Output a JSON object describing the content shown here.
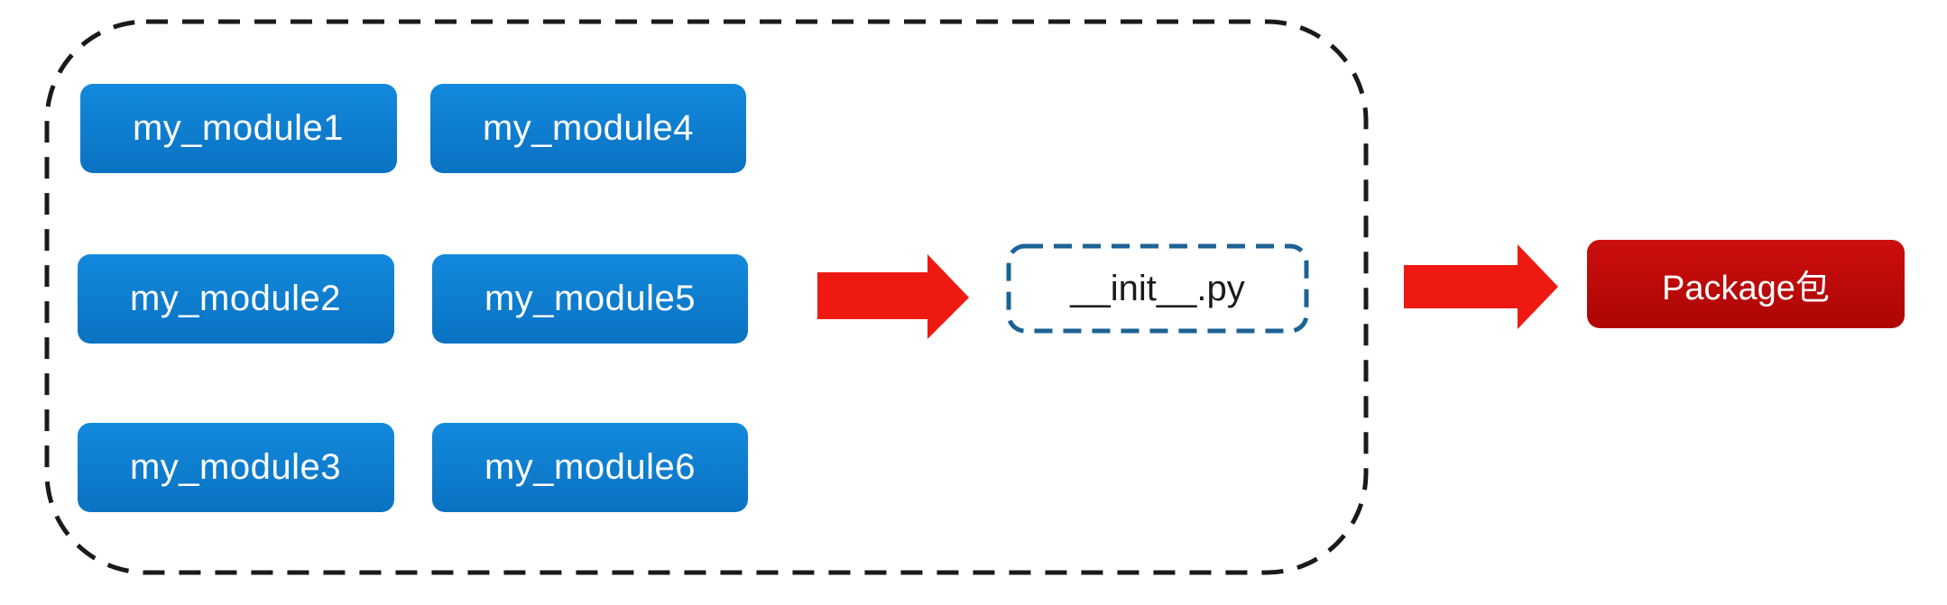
{
  "modules": [
    {
      "label": "my_module1"
    },
    {
      "label": "my_module2"
    },
    {
      "label": "my_module3"
    },
    {
      "label": "my_module4"
    },
    {
      "label": "my_module5"
    },
    {
      "label": "my_module6"
    }
  ],
  "init_file": {
    "label": "__init__.py"
  },
  "package": {
    "label": "Package包"
  },
  "colors": {
    "module_fill": "#0d80d4",
    "module_fill_dark": "#0a6fba",
    "init_border": "#1d6294",
    "arrow": "#ee1a12",
    "package_fill": "#c30a0a",
    "package_fill_dark": "#a90404",
    "frame": "#1a1a1a"
  }
}
